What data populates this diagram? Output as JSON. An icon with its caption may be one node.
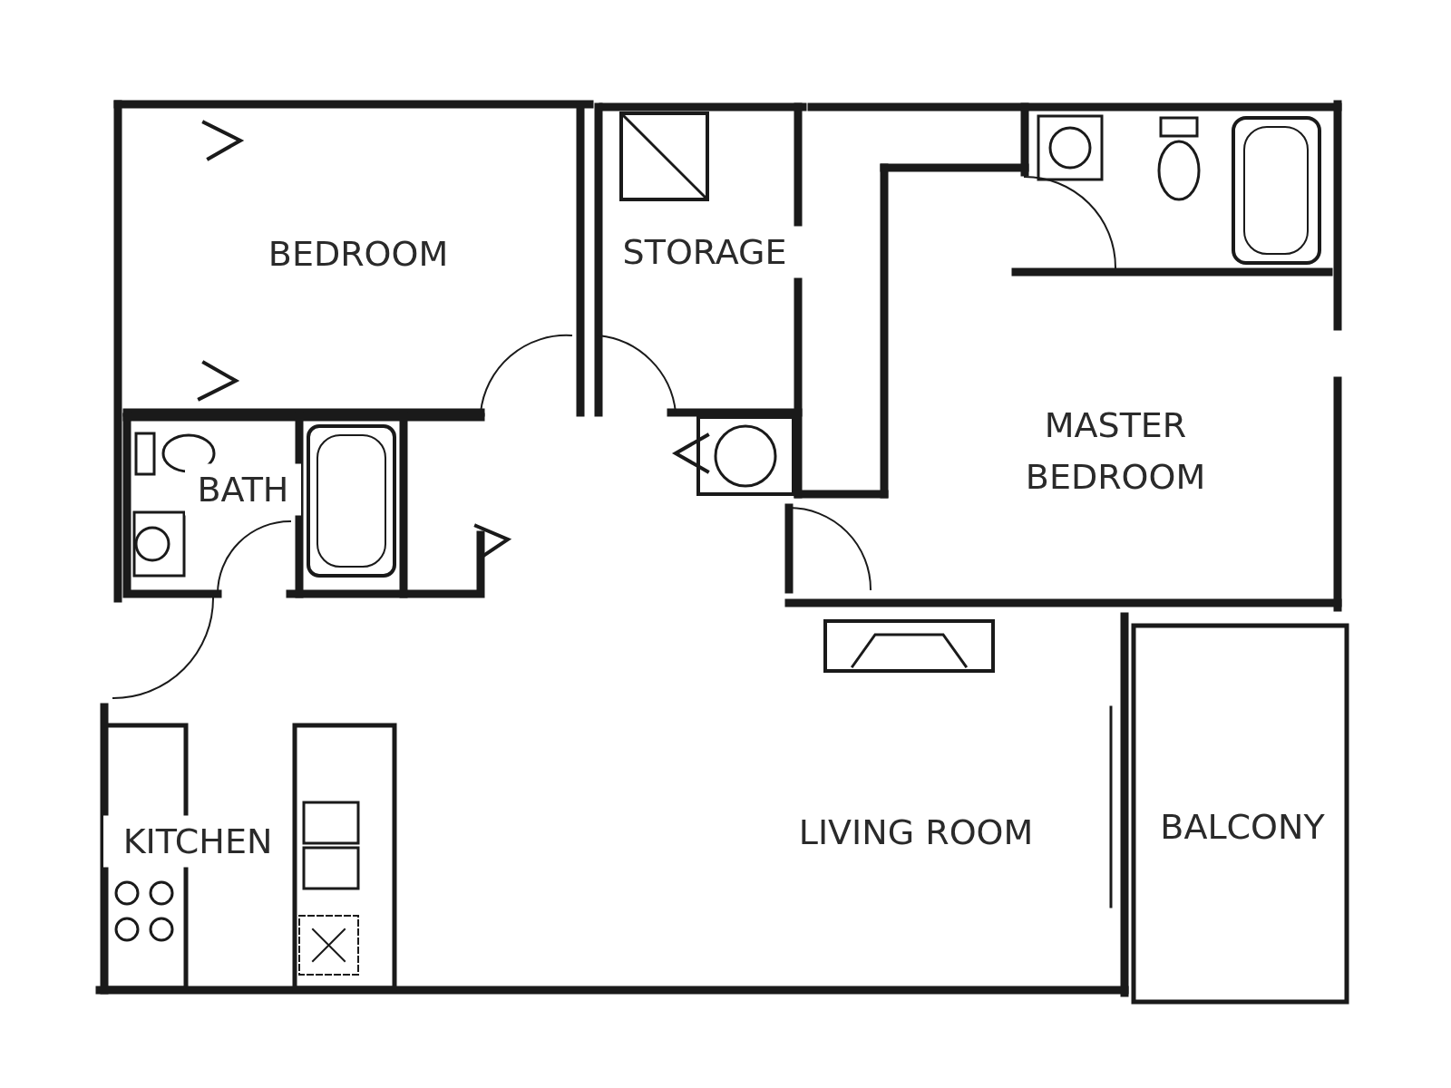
{
  "diagram": {
    "labels": [
      "BEDROOM",
      "STORAGE",
      "MASTER BEDROOM",
      "BATH",
      "KITCHEN",
      "LIVING ROOM",
      "BALCONY"
    ]
  }
}
